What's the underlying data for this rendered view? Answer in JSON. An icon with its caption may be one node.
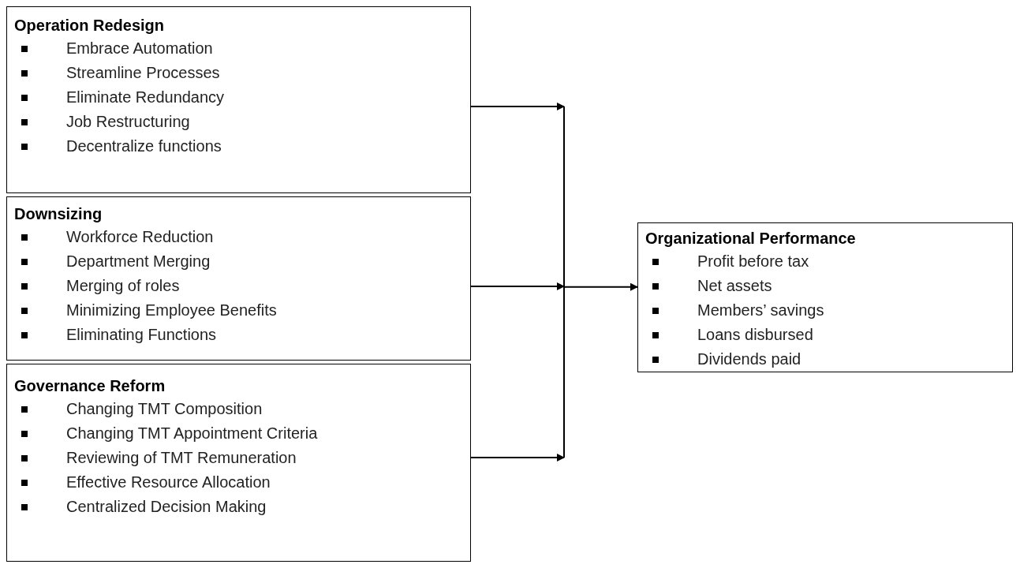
{
  "diagram": {
    "nodes": [
      {
        "text": [
          "Operation Redesign",
          "Embrace Automation",
          "Streamline Processes",
          "Eliminate Redundancy",
          "Job Restructuring",
          "Decentralize functions"
        ]
      },
      {
        "text": [
          "Downsizing",
          "Workforce Reduction",
          "Department Merging",
          "Merging of roles",
          "Minimizing Employee Benefits",
          "Eliminating Functions"
        ]
      },
      {
        "text": [
          "Governance Reform",
          "Changing TMT Composition",
          "Changing TMT Appointment Criteria",
          "Reviewing of TMT Remuneration",
          "Effective Resource Allocation",
          "Centralized Decision Making"
        ]
      },
      {
        "text": [
          "Organizational Performance",
          "Profit before tax",
          "Net assets",
          "Members’ savings",
          "Loans disbursed",
          "Dividends paid"
        ]
      }
    ],
    "edges": [
      {
        "from": 0,
        "to": 3,
        "arrow": "to"
      },
      {
        "from": 1,
        "to": 3,
        "arrow": "to"
      },
      {
        "from": 2,
        "to": 3,
        "arrow": "to"
      }
    ]
  }
}
